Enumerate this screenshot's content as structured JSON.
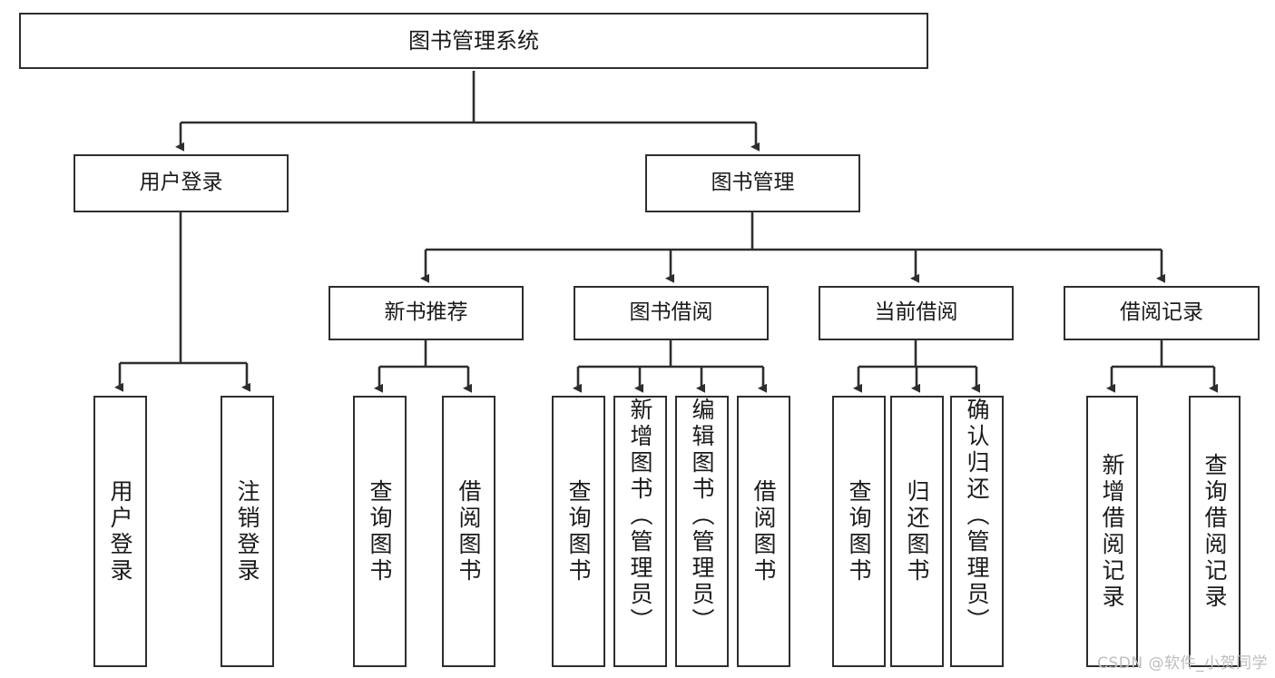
{
  "diagram": {
    "title": "图书管理系统",
    "watermark": "CSDN @软件_小贺同学",
    "colors": {
      "background": "#ffffff",
      "box_border": "#2e2e2e",
      "box_fill": "#ffffff",
      "edge": "#2e2e2e",
      "text": "#1a1a1a",
      "watermark": "#bdbdbd"
    },
    "nodes": {
      "root": {
        "label": "图书管理系统"
      },
      "level2": [
        {
          "id": "user-login",
          "label": "用户登录"
        },
        {
          "id": "book-management",
          "label": "图书管理"
        }
      ],
      "level3": [
        {
          "id": "new-book-recommend",
          "label": "新书推荐"
        },
        {
          "id": "book-borrow",
          "label": "图书借阅"
        },
        {
          "id": "current-borrow",
          "label": "当前借阅"
        },
        {
          "id": "borrow-record",
          "label": "借阅记录"
        }
      ],
      "leaves": {
        "user_login": [
          {
            "id": "leaf-user-login",
            "label": "用户登录"
          },
          {
            "id": "leaf-logout-login",
            "label": "注销登录"
          }
        ],
        "new_book_recommend": [
          {
            "id": "leaf-query-book-1",
            "label": "查询图书"
          },
          {
            "id": "leaf-borrow-book-1",
            "label": "借阅图书"
          }
        ],
        "book_borrow": [
          {
            "id": "leaf-query-book-2",
            "label": "查询图书"
          },
          {
            "id": "leaf-add-book",
            "label": "新增图书（管理员）"
          },
          {
            "id": "leaf-edit-book",
            "label": "编辑图书（管理员）"
          },
          {
            "id": "leaf-borrow-book-2",
            "label": "借阅图书"
          }
        ],
        "current_borrow": [
          {
            "id": "leaf-query-book-3",
            "label": "查询图书"
          },
          {
            "id": "leaf-return-book",
            "label": "归还图书"
          },
          {
            "id": "leaf-confirm-return",
            "label": "确认归还（管理员）"
          }
        ],
        "borrow_record": [
          {
            "id": "leaf-add-record",
            "label": "新增借阅记录"
          },
          {
            "id": "leaf-query-record",
            "label": "查询借阅记录"
          }
        ]
      }
    }
  }
}
